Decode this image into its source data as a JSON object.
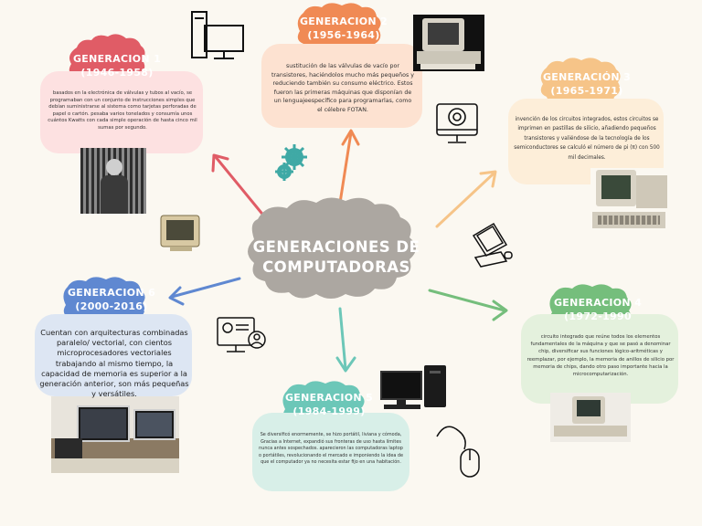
{
  "center": {
    "line1": "GENERACIONES DE",
    "line2": "COMPUTADORAS"
  },
  "gen1": {
    "title1": "GENERACION 1",
    "title2": "(1946-1958)",
    "desc": "basados en la electrónica de válvulas y tubos al vacío, se programaban con un conjunto de instrucciones simples que debían suministrarse al sistema como tarjetas perforadas de papel o cartón. pesaba varios tonelados y consumía unos cuántos Kwatts con cada simple operación de hasta cinco mil sumas por segundo."
  },
  "gen2": {
    "title1": "GENERACION 2",
    "title2": "(1956-1964)",
    "desc": "sustitución de las válvulas de vacío por transistores, haciéndolos mucho más pequeños y reduciendo también su consumo eléctrico. Estos fueron las primeras máquinas que disponían de un lenguajeespecífico para programarlas, como el célebre FOTAN."
  },
  "gen3": {
    "title1": "GENERACIÓN 3",
    "title2": "(1965-1971)",
    "desc": "invención de los circuitos integrados, estos circuitos se imprimen en pastillas de silicio, añadiendo pequeños transistores y valiéndose de la tecnología de los semiconductores se calculó el número de pi (π) con 500 mil decimales."
  },
  "gen4": {
    "title1": "GENERACION 4",
    "title2": "(1972-1990",
    "desc": "circuito integrado que reúne todos los elementos fundamentales de la máquina y que se pasó a denominar chip, diversificar sus funciones lógico-aritméticas y reemplazar, por ejemplo, la memoria de anillos de silicio por memoria de chips, dando otro paso importante hacia la microcomputarización."
  },
  "gen5": {
    "title1": "GENERACION 5",
    "title2": "(1984-1999)",
    "desc": "Se diversificó enormemente, se hizo portátil, liviana y cómoda, Gracias a Internet, expandió sus fronteras de uso hasta límites nunca antes sospechados. aparecieron las computadoras laptop o portátiles, revolucionando el mercado e imponiendo la idea de que el computador ya no necesita estar fijo en una habitación."
  },
  "gen6": {
    "title1": "GENERACION 6",
    "title2": "(2000-2016)",
    "desc": "Cuentan con arquitecturas combinadas paralelo/ vectorial, con cientos microprocesadores vectoriales trabajando al mismo tiempo, la capacidad de memoria es superior a la generación anterior, son más pequeñas y versátiles."
  },
  "colors": {
    "center": "#aca7a1",
    "gen1": "#e05c66",
    "gen2": "#f08a54",
    "gen3": "#f6c488",
    "gen4": "#75be7c",
    "gen5": "#6cc7b8",
    "gen6": "#5f88d1",
    "box1": "#fde1e1",
    "box2": "#fde2d1",
    "box3": "#fdeed9",
    "box4": "#e4f1dd",
    "box5": "#d8efe8",
    "box6": "#dde6f3"
  }
}
